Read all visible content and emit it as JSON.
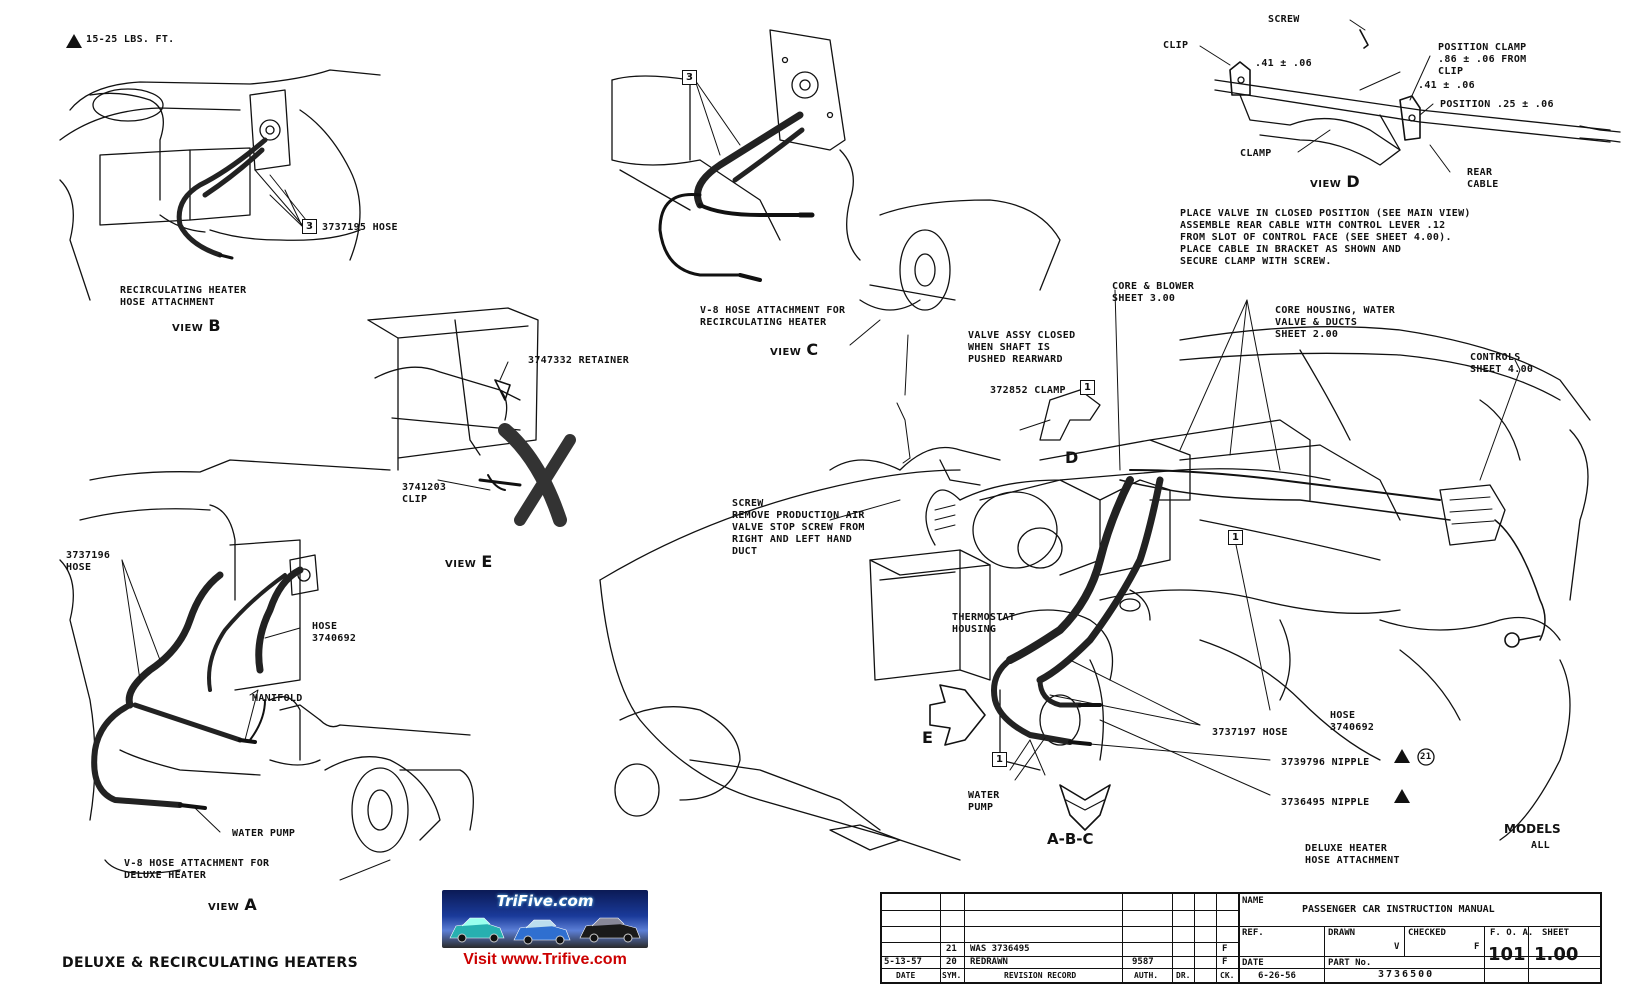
{
  "sheet_title": "DELUXE & RECIRCULATING HEATERS",
  "torque_note": "15-25 LBS. FT.",
  "view_b": {
    "letter": "B",
    "caption": "RECIRCULATING HEATER\nHOSE ATTACHMENT",
    "hose_label": "3737195 HOSE",
    "hose_ref": "3"
  },
  "view_c": {
    "letter": "C",
    "caption": "V-8 HOSE ATTACHMENT FOR\nRECIRCULATING HEATER",
    "ref": "3"
  },
  "view_d": {
    "letter": "D",
    "screw": "SCREW",
    "clip_left": "CLIP",
    "dim1": ".41 ± .06",
    "position_clamp": "POSITION CLAMP\n.86 ± .06 FROM\nCLIP",
    "dim2": ".41 ± .06",
    "position": "POSITION .25 ± .06",
    "clamp": "CLAMP",
    "rear_cable": "REAR\nCABLE",
    "instructions": "PLACE VALVE IN CLOSED POSITION (SEE MAIN VIEW)\nASSEMBLE REAR CABLE WITH CONTROL LEVER .12\nFROM SLOT OF CONTROL FACE (SEE SHEET 4.00).\nPLACE CABLE IN BRACKET AS SHOWN AND\nSECURE CLAMP WITH SCREW."
  },
  "view_e": {
    "letter": "E",
    "retainer": "3747332 RETAINER",
    "clip": "3741203\nCLIP"
  },
  "view_a": {
    "letter": "A",
    "hose_left": "3737196\nHOSE",
    "hose_right": "HOSE\n3740692",
    "manifold": "MANIFOLD",
    "water_pump": "WATER PUMP",
    "caption": "V-8 HOSE ATTACHMENT FOR\nDELUXE HEATER"
  },
  "main_view": {
    "core_blower": "CORE & BLOWER\nSHEET 3.00",
    "core_housing": "CORE HOUSING, WATER\nVALVE & DUCTS\nSHEET 2.00",
    "valve_assy": "VALVE ASSY CLOSED\nWHEN SHAFT IS\nPUSHED REARWARD",
    "controls": "CONTROLS\nSHEET 4.00",
    "clamp": "372852 CLAMP",
    "clamp_ref": "1",
    "screw_note": "SCREW\nREMOVE PRODUCTION AIR\nVALVE STOP SCREW FROM\nRIGHT AND LEFT HAND\nDUCT",
    "thermostat": "THERMOSTAT\nHOUSING",
    "hose_3737197": "3737197 HOSE",
    "hose_3740692": "HOSE\n3740692",
    "nipple_1": "3739796 NIPPLE",
    "nipple_1_ref": "21",
    "nipple_2": "3736495 NIPPLE",
    "water_pump": "WATER\nPUMP",
    "ref_1": "1",
    "arrow_d": "D",
    "arrow_e": "E",
    "arrow_abc": "A-B-C",
    "caption": "DELUXE HEATER\nHOSE ATTACHMENT"
  },
  "models": {
    "label": "MODELS",
    "value": "ALL"
  },
  "logo": {
    "title": "TriFive.com",
    "visit": "Visit www.Trifive.com"
  },
  "title_block": {
    "name_label": "NAME",
    "name_value": "PASSENGER CAR INSTRUCTION MANUAL",
    "ref_label": "REF.",
    "drawn_label": "DRAWN",
    "drawn_value": "V",
    "checked_label": "CHECKED",
    "checked_value": "F",
    "foa_label": "F. O. A.",
    "foa_value": "101",
    "sheet_label": "SHEET",
    "sheet_value": "1.00",
    "date_label": "DATE",
    "date_value": "6-26-56",
    "part_label": "PART No.",
    "part_value": "3736500",
    "rev_rows": [
      {
        "date": "",
        "sym": "21",
        "record": "WAS 3736495",
        "auth": "",
        "dr": "",
        "ck": "F"
      },
      {
        "date": "5-13-57",
        "sym": "20",
        "record": "REDRAWN",
        "auth": "9587",
        "dr": "",
        "ck": "F"
      }
    ],
    "headers": {
      "date": "DATE",
      "sym": "SYM.",
      "record": "REVISION RECORD",
      "auth": "AUTH.",
      "dr": "DR.",
      "ck": "CK."
    }
  }
}
